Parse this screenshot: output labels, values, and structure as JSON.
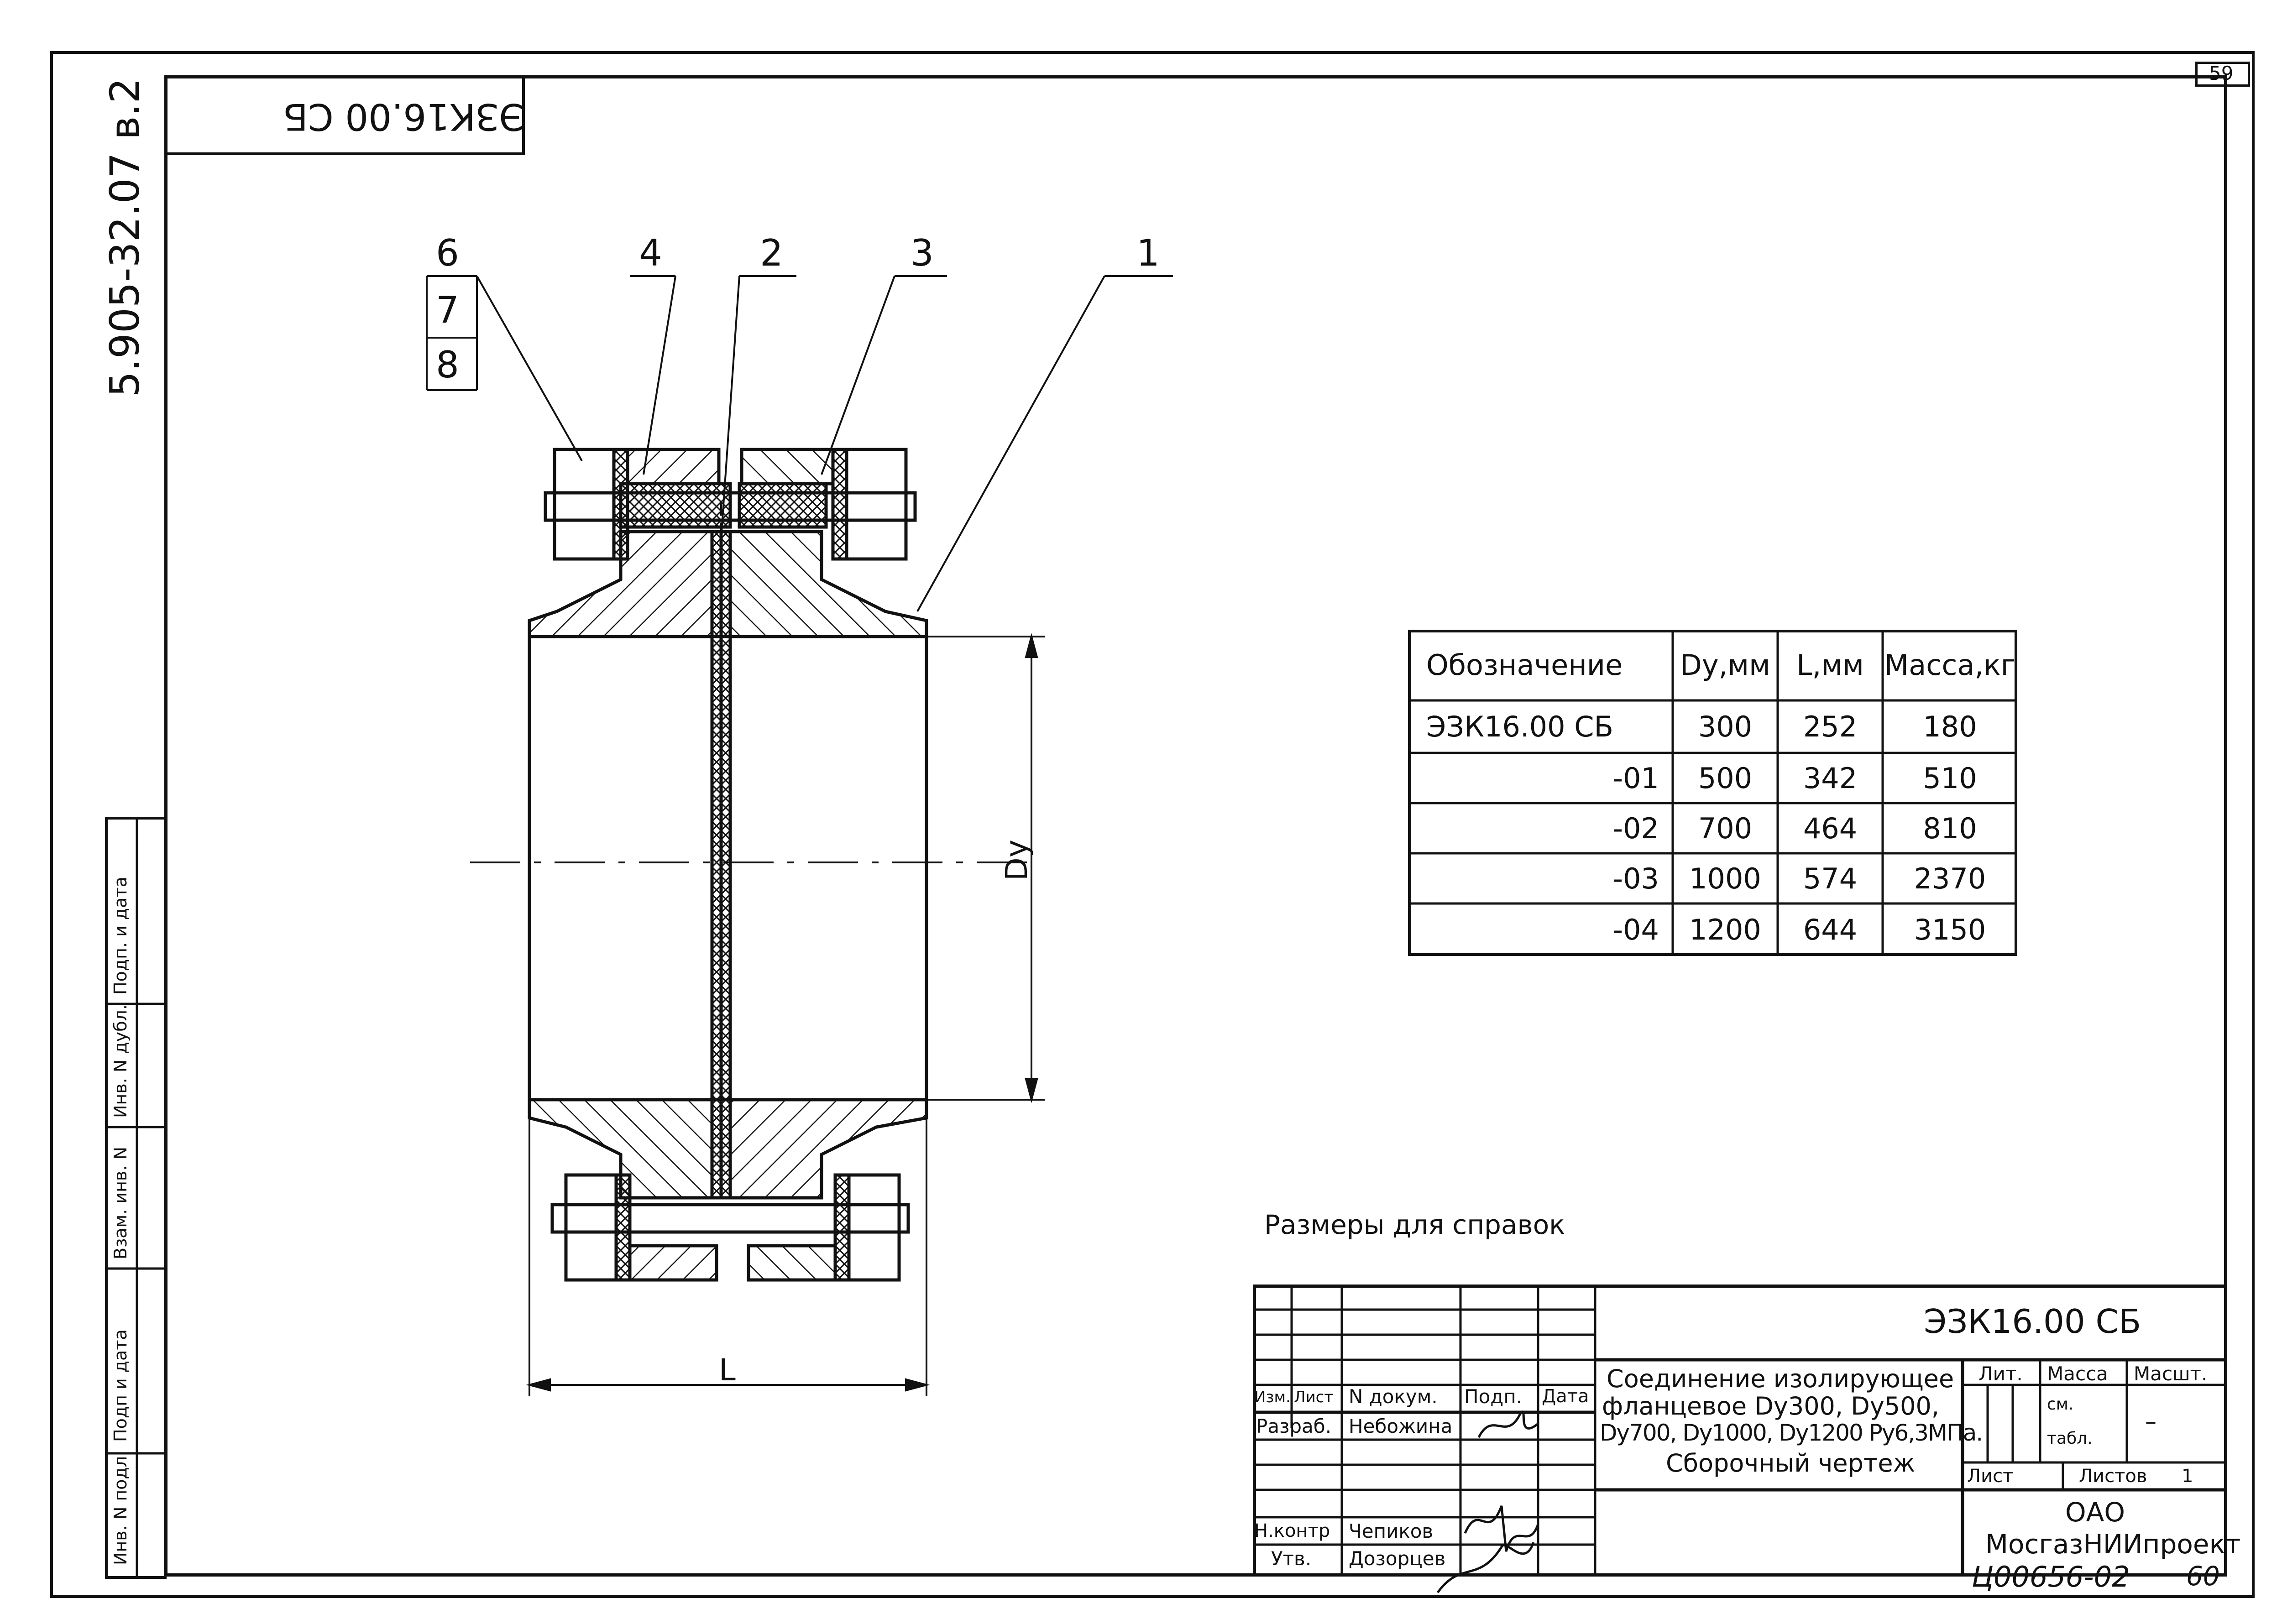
{
  "page_number": "59",
  "rotated_code": "ЭЗК16.00 СБ",
  "album_code": "5.905-32.07 в.2",
  "callouts": {
    "c1": "1",
    "c2": "2",
    "c3": "3",
    "c4": "4",
    "c6": "6",
    "c7": "7",
    "c8": "8"
  },
  "dims": {
    "dy": "Dy",
    "l": "L"
  },
  "spec_table": {
    "headers": [
      "Обозначение",
      "Dy,мм",
      "L,мм",
      "Масса,кг"
    ],
    "rows": [
      [
        "ЭЗК16.00 СБ",
        "300",
        "252",
        "180"
      ],
      [
        "-01",
        "500",
        "342",
        "510"
      ],
      [
        "-02",
        "700",
        "464",
        "810"
      ],
      [
        "-03",
        "1000",
        "574",
        "2370"
      ],
      [
        "-04",
        "1200",
        "644",
        "3150"
      ]
    ]
  },
  "note": "Размеры для справок",
  "left_stamp": [
    "Инв. N подл.",
    "Подп и дата",
    "Взам. инв. N",
    "Инв. N дубл.",
    "Подп. и дата"
  ],
  "title_block": {
    "code": "ЭЗК16.00 СБ",
    "name_lines": [
      "Соединение изолирующее",
      "фланцевое Dy300, Dy500,",
      "Dy700, Dy1000, Dy1200 Py6,3МПа.",
      "Сборочный чертеж"
    ],
    "hdr_izm": "Изм.",
    "hdr_list": "Лист",
    "hdr_ndoc": "N докум.",
    "hdr_podp": "Подп.",
    "hdr_data": "Дата",
    "razrab_role": "Разраб.",
    "razrab_name": "Небожина",
    "nkontr_role": "Н.контр",
    "nkontr_name": "Чепиков",
    "utv_role": "Утв.",
    "utv_name": "Дозорцев",
    "lit_label": "Лит.",
    "massa_label": "Масса",
    "masht_label": "Масшт.",
    "massa_value_1": "см.",
    "massa_value_2": "табл.",
    "masht_value": "–",
    "list_label": "Лист",
    "listov_label": "Листов",
    "listov_value": "1",
    "org_1": "ОАО",
    "org_2": "МосгазНИИпроект",
    "handwritten": "Ц00656-02",
    "handwritten_num": "60"
  },
  "colors": {
    "ink": "#111111",
    "paper": "#ffffff"
  }
}
